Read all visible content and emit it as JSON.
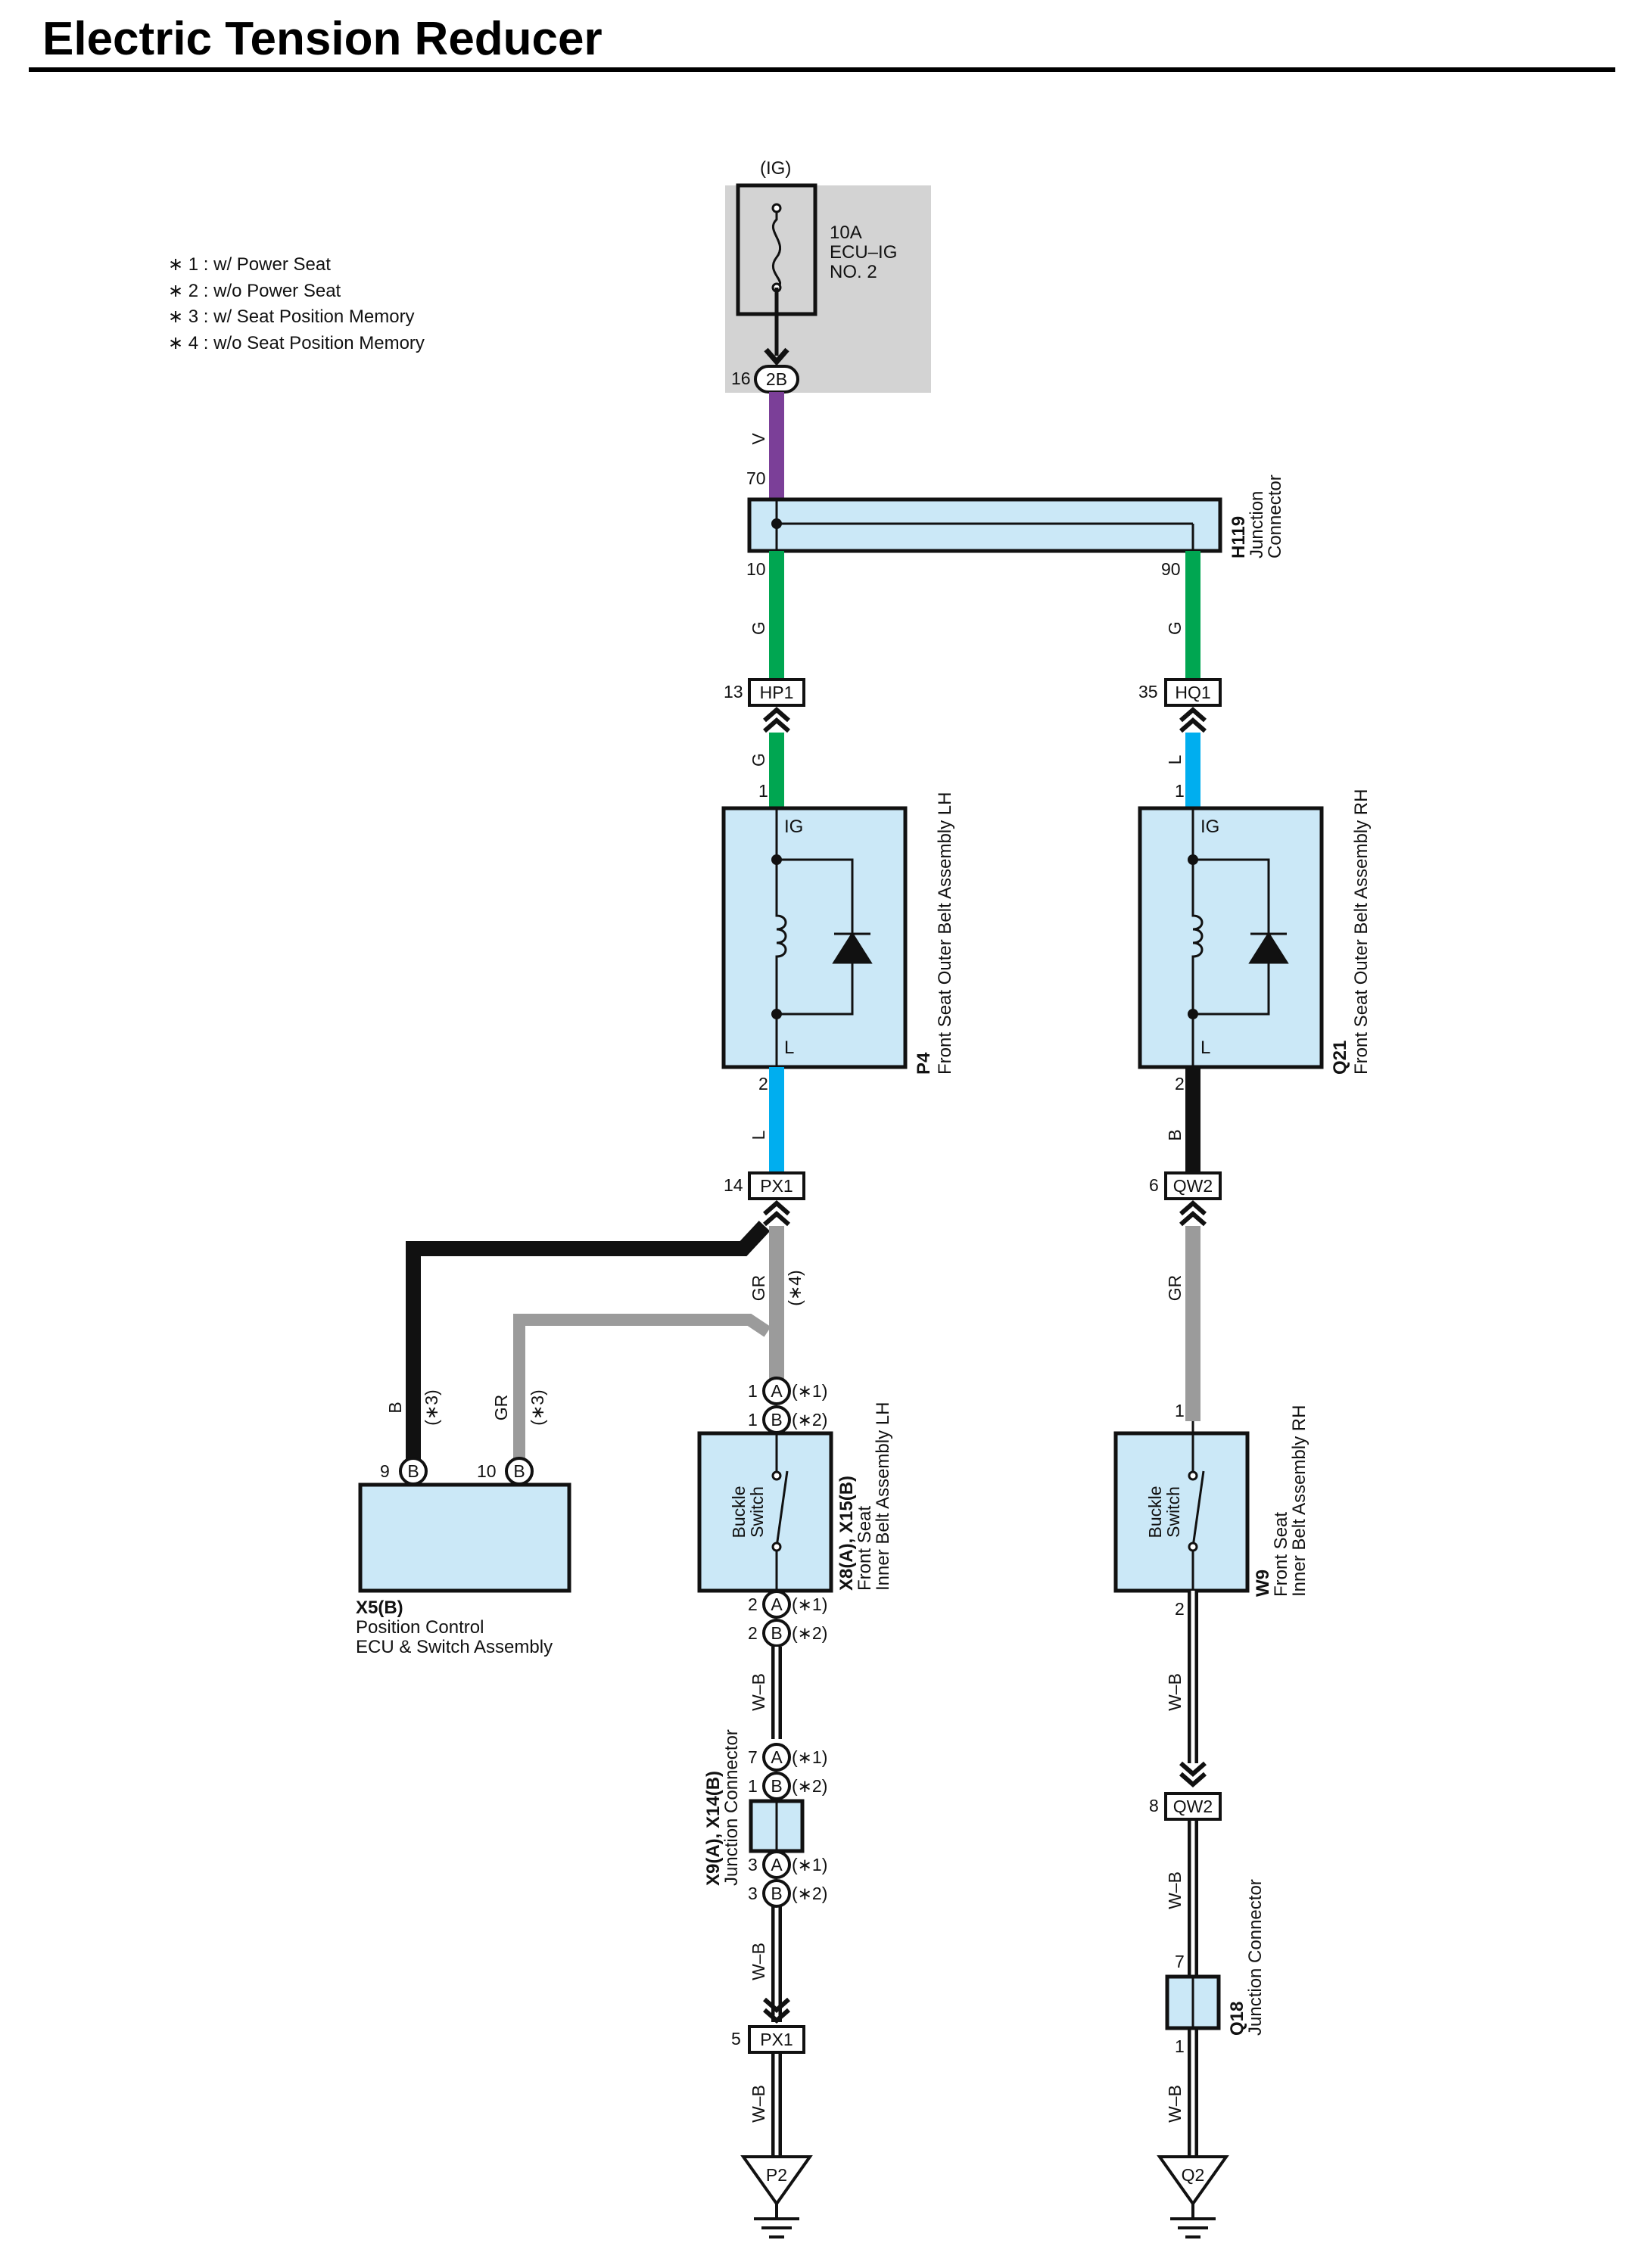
{
  "title": "Electric Tension Reducer",
  "notes": [
    "∗ 1 : w/ Power Seat",
    "∗ 2 : w/o Power Seat",
    "∗ 3 : w/ Seat Position Memory",
    "∗ 4 : w/o Seat Position Memory"
  ],
  "colors": {
    "V": "#7b3f98",
    "G": "#00a651",
    "L": "#00aeef",
    "B": "#111111",
    "GR": "#9b9b9b",
    "W-B": "#111111",
    "box_fill": "#cbe8f7",
    "fuse_panel": "#d3d3d3"
  },
  "fuse": {
    "source": "(IG)",
    "rating": "10A",
    "name1": "ECU–IG",
    "name2": "NO. 2",
    "pin": "16",
    "connector": "2B"
  },
  "junction_h119": {
    "id": "H119",
    "name1": "Junction",
    "name2": "Connector",
    "pin_in": "70",
    "pin_left": "10",
    "pin_right": "90"
  },
  "connectors": {
    "hp1": {
      "pin": "13",
      "code": "HP1"
    },
    "hq1": {
      "pin": "35",
      "code": "HQ1"
    },
    "px1_top": {
      "pin": "14",
      "code": "PX1"
    },
    "qw2_top": {
      "pin": "6",
      "code": "QW2"
    },
    "qw2_bottom": {
      "pin": "8",
      "code": "QW2"
    },
    "px1_bottom": {
      "pin": "5",
      "code": "PX1"
    }
  },
  "p4": {
    "id": "P4",
    "name": "Front Seat Outer Belt Assembly LH",
    "term_top": "IG",
    "term_bottom": "L",
    "pin_top": "1",
    "pin_bottom": "2"
  },
  "q21": {
    "id": "Q21",
    "name": "Front Seat Outer Belt Assembly RH",
    "term_top": "IG",
    "term_bottom": "L",
    "pin_top": "1",
    "pin_bottom": "2"
  },
  "x5": {
    "id": "X5(B)",
    "name1": "Position Control",
    "name2": "ECU & Switch Assembly",
    "pin_b": "9",
    "pin_gr": "10",
    "tag": "B"
  },
  "x8": {
    "id": "X8(A), X15(B)",
    "name1": "Front Seat",
    "name2": "Inner Belt Assembly LH",
    "switch1": "Buckle",
    "switch2": "Switch",
    "top_a_pin": "1",
    "top_b_pin": "1",
    "bot_a_pin": "2",
    "bot_b_pin": "2"
  },
  "w9": {
    "id": "W9",
    "name1": "Front Seat",
    "name2": "Inner Belt Assembly RH",
    "switch1": "Buckle",
    "switch2": "Switch",
    "pin_top": "1",
    "pin_bottom": "2"
  },
  "x9": {
    "id": "X9(A), X14(B)",
    "name": "Junction Connector",
    "top_a_pin": "7",
    "top_b_pin": "1",
    "bot_a_pin": "3",
    "bot_b_pin": "3"
  },
  "q18": {
    "id": "Q18",
    "name": "Junction Connector",
    "pin_top": "7",
    "pin_bottom": "1"
  },
  "grounds": {
    "left": "P2",
    "right": "Q2"
  },
  "tags": {
    "a": "A",
    "b": "B"
  },
  "variants": {
    "n1": "(∗1)",
    "n2": "(∗2)",
    "n3": "(∗3)",
    "n4": "(∗4)"
  },
  "wire_labels": {
    "v": "V",
    "g": "G",
    "l": "L",
    "b": "B",
    "gr": "GR",
    "wb": "W–B"
  }
}
